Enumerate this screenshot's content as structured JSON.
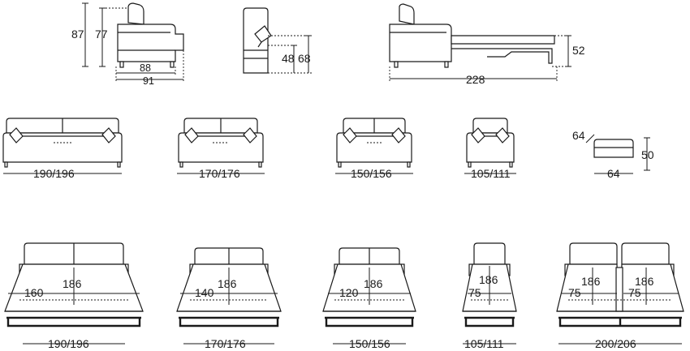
{
  "colors": {
    "ink": "#1a1a1a",
    "background": "#ffffff"
  },
  "side_views": {
    "sofa": {
      "height_total": "87",
      "height_back": "77",
      "depth_seat": "88",
      "depth_total": "91"
    },
    "section": {
      "seat_height": "48",
      "arm_height": "68"
    },
    "bed_open": {
      "bed_height": "52",
      "length_open": "228"
    }
  },
  "sofas": [
    {
      "width": "190/196"
    },
    {
      "width": "170/176"
    },
    {
      "width": "150/156"
    },
    {
      "width": "105/111"
    }
  ],
  "pouf": {
    "depth": "64",
    "height": "50",
    "width": "64"
  },
  "beds": [
    {
      "mattress_length": "186",
      "mattress_width": "160",
      "overall_width": "190/196"
    },
    {
      "mattress_length": "186",
      "mattress_width": "140",
      "overall_width": "170/176"
    },
    {
      "mattress_length": "186",
      "mattress_width": "120",
      "overall_width": "150/156"
    },
    {
      "mattress_length": "186",
      "mattress_width": "75",
      "overall_width": "105/111"
    },
    {
      "mattress_length": "186",
      "mattress_width": "75",
      "mattress_length_2": "186",
      "mattress_width_2": "75",
      "overall_width": "200/206"
    }
  ]
}
